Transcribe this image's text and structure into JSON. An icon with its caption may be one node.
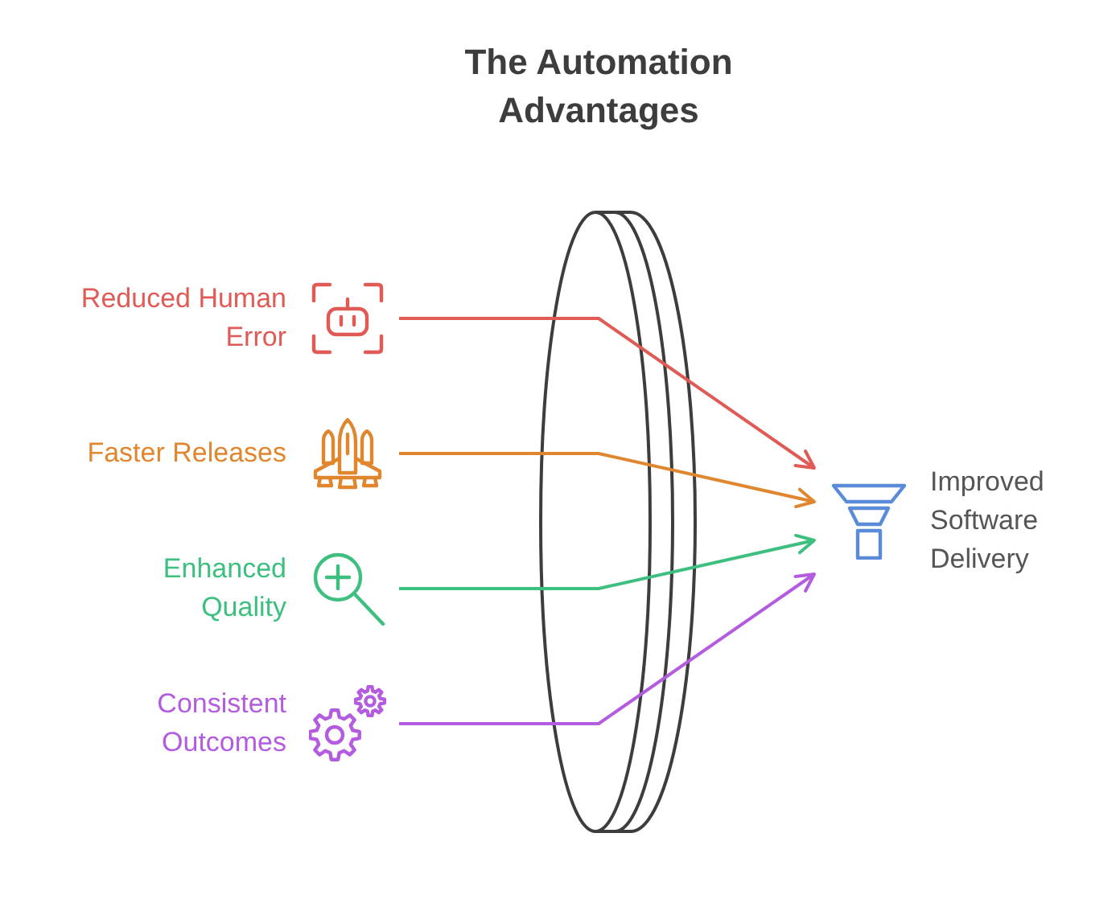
{
  "diagram": {
    "title": "The Automation Advantages",
    "nodes": [
      {
        "text": [
          "Reduced Human Error"
        ]
      },
      {
        "text": [
          "Faster Releases"
        ]
      },
      {
        "text": [
          "Enhanced Quality"
        ]
      },
      {
        "text": [
          "Consistent Outcomes"
        ]
      },
      {
        "text": [
          "Improved Software Delivery"
        ]
      }
    ],
    "edges": [
      {
        "from": 0,
        "to": 4,
        "arrow": "to",
        "color": "#e05a56"
      },
      {
        "from": 1,
        "to": 4,
        "arrow": "to",
        "color": "#e0862f"
      },
      {
        "from": 2,
        "to": 4,
        "arrow": "to",
        "color": "#3dbf7f"
      },
      {
        "from": 3,
        "to": 4,
        "arrow": "to",
        "color": "#b45ce0"
      }
    ]
  }
}
